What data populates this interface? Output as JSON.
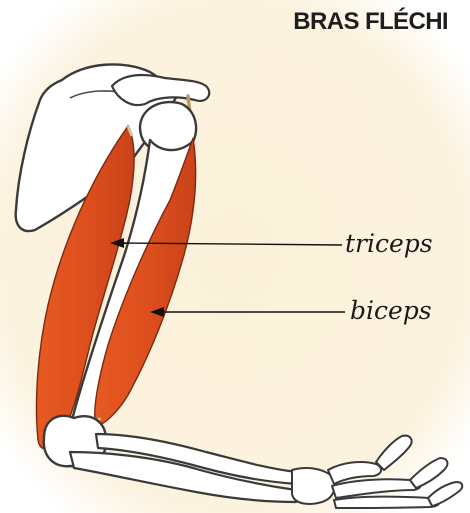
{
  "title": "BRAS FLÉCHI",
  "labels": {
    "triceps": "triceps",
    "biceps": "biceps"
  },
  "colors": {
    "background": "#fbf0d6",
    "muscle": "#e0531f",
    "bone": "#ffffff",
    "outline": "#3a3a3a",
    "text": "#1e1e1e"
  }
}
